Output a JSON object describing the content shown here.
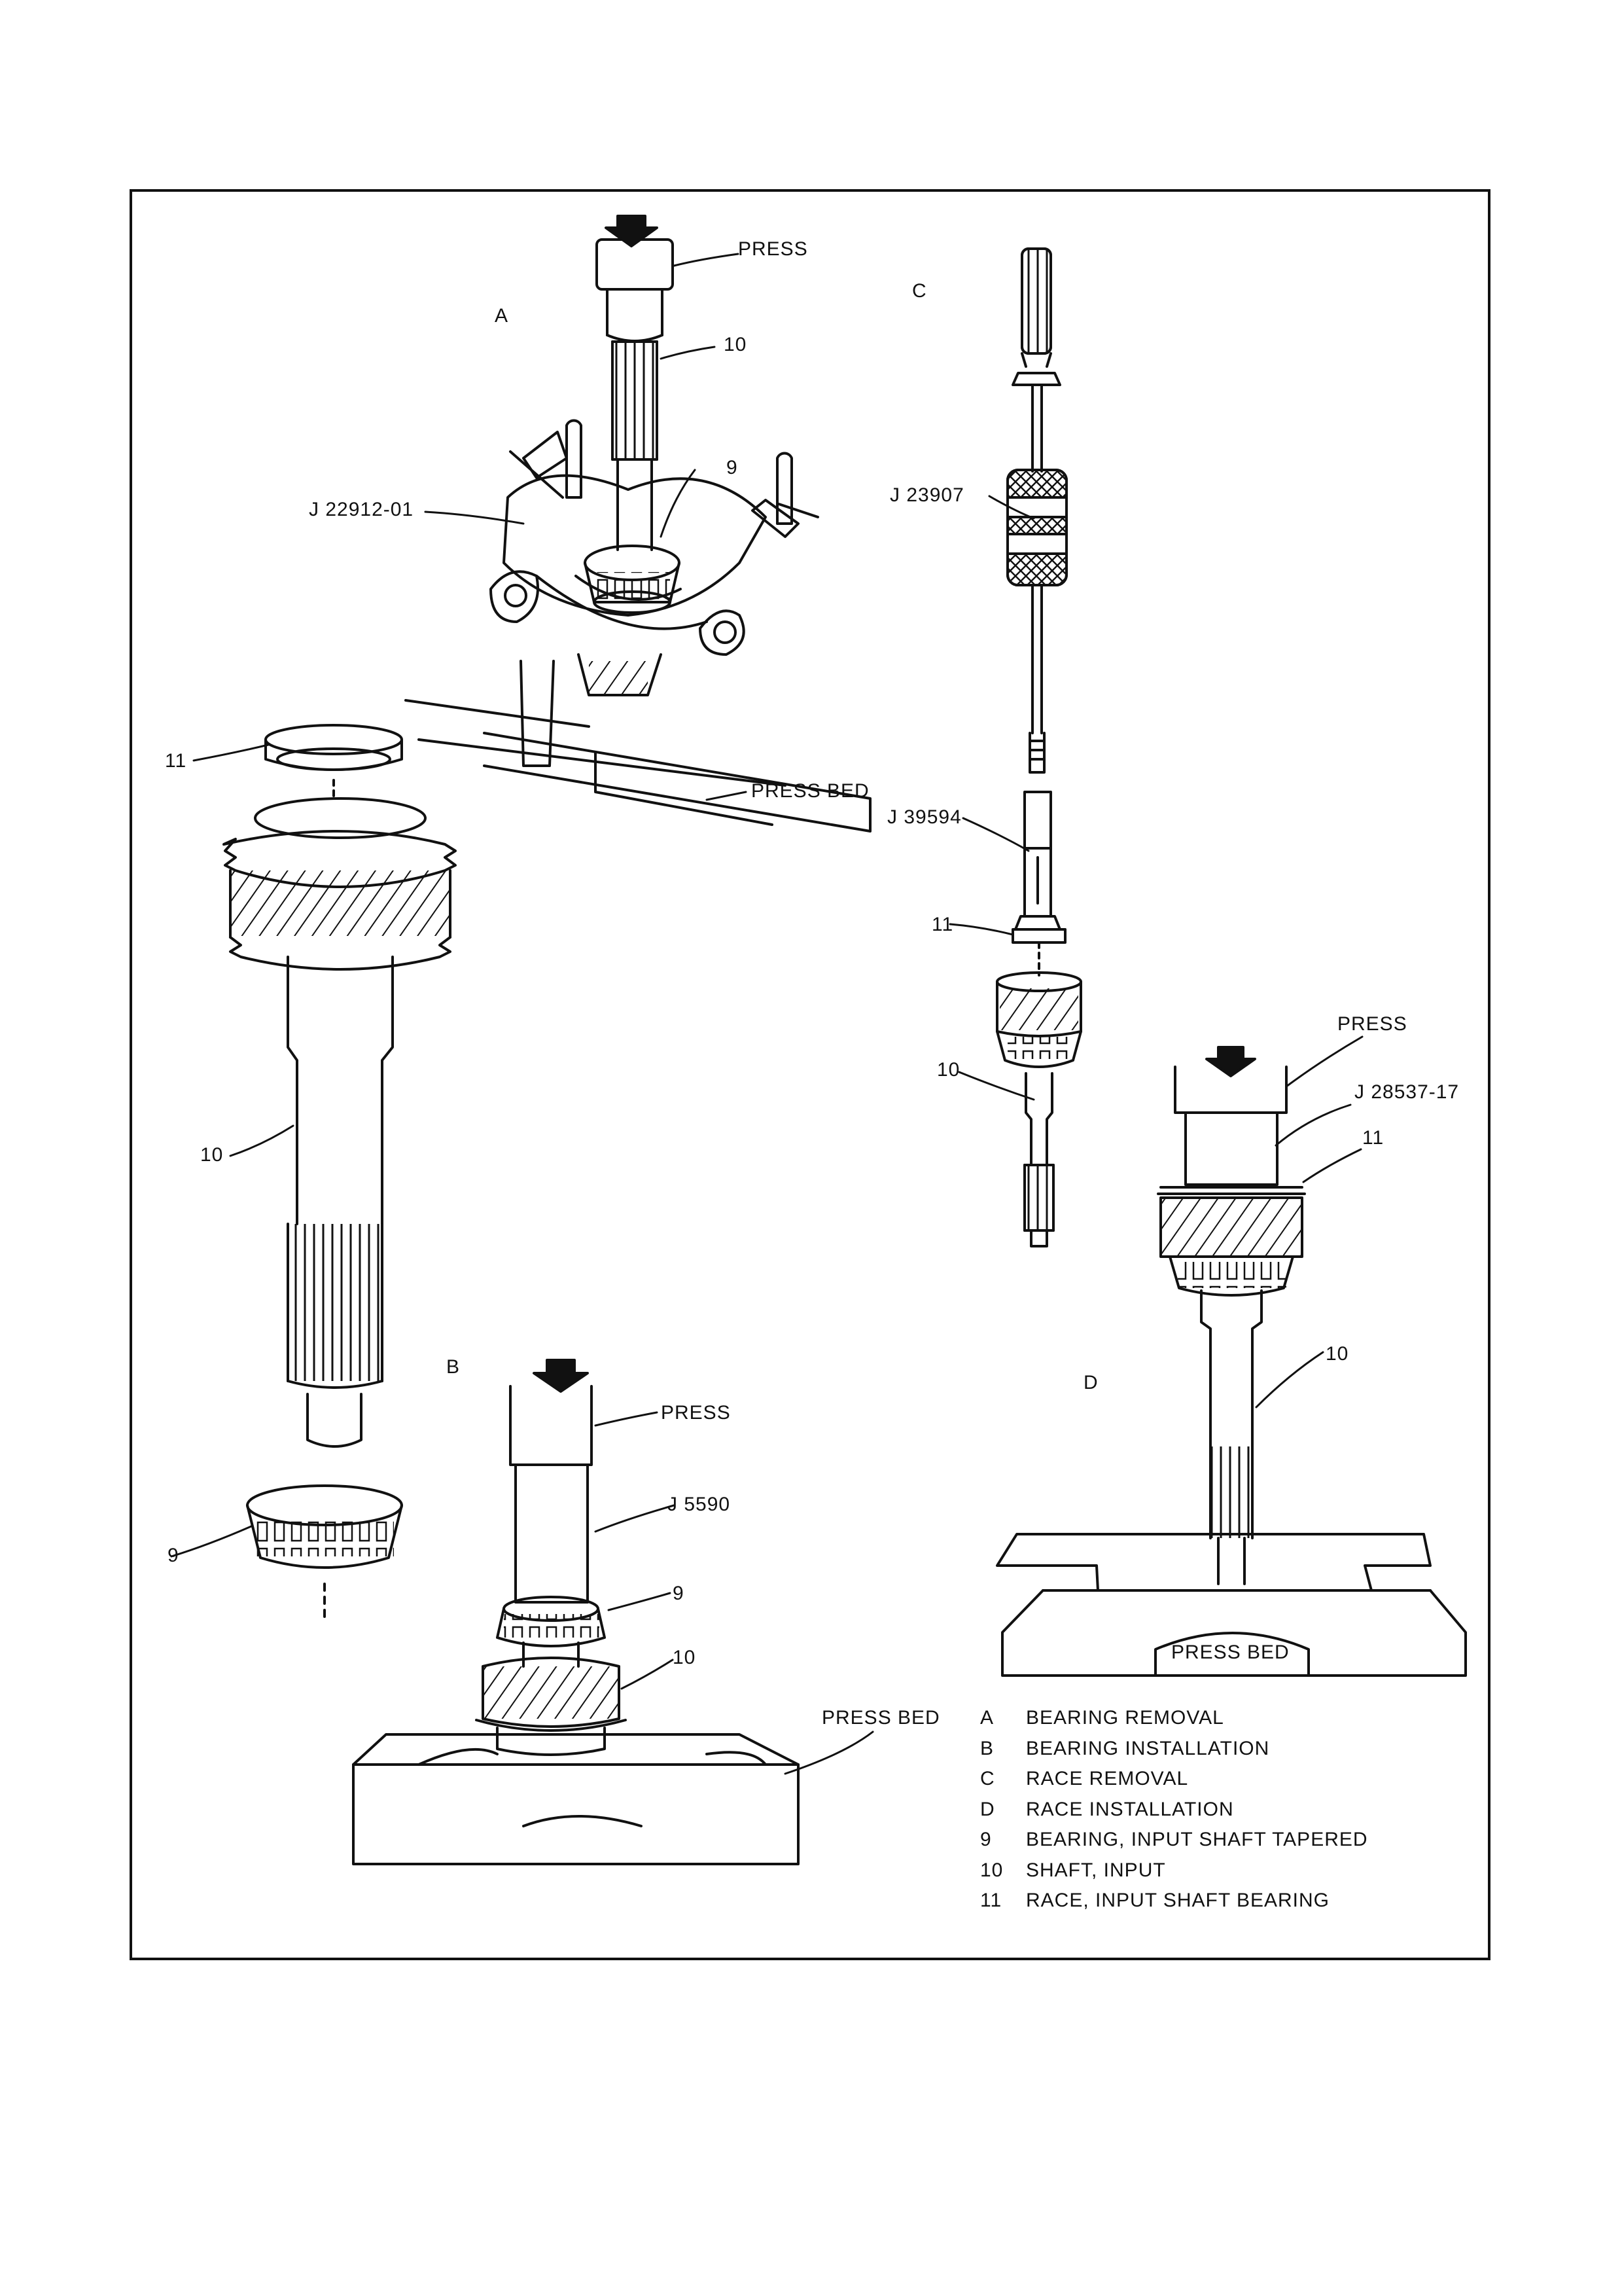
{
  "views": {
    "a": {
      "letter": "A"
    },
    "b": {
      "letter": "B"
    },
    "c": {
      "letter": "C"
    },
    "d": {
      "letter": "D"
    }
  },
  "callouts": {
    "a_press": "PRESS",
    "a_10": "10",
    "a_9": "9",
    "a_tool": "J 22912-01",
    "a_11": "11",
    "a_pressbed": "PRESS BED",
    "a_exp_10": "10",
    "a_exp_9": "9",
    "b_press": "PRESS",
    "b_tool": "J 5590",
    "b_9": "9",
    "b_10": "10",
    "b_pressbed": "PRESS BED",
    "c_tool1": "J 23907",
    "c_tool2": "J 39594",
    "c_11": "11",
    "c_10": "10",
    "d_press": "PRESS",
    "d_tool": "J 28537-17",
    "d_11": "11",
    "d_10": "10",
    "d_pressbed": "PRESS BED"
  },
  "legend": [
    {
      "key": "A",
      "text": "BEARING REMOVAL"
    },
    {
      "key": "B",
      "text": "BEARING INSTALLATION"
    },
    {
      "key": "C",
      "text": "RACE REMOVAL"
    },
    {
      "key": "D",
      "text": "RACE INSTALLATION"
    },
    {
      "key": "9",
      "text": "BEARING, INPUT SHAFT TAPERED"
    },
    {
      "key": "10",
      "text": "SHAFT, INPUT"
    },
    {
      "key": "11",
      "text": "RACE, INPUT SHAFT BEARING"
    }
  ]
}
